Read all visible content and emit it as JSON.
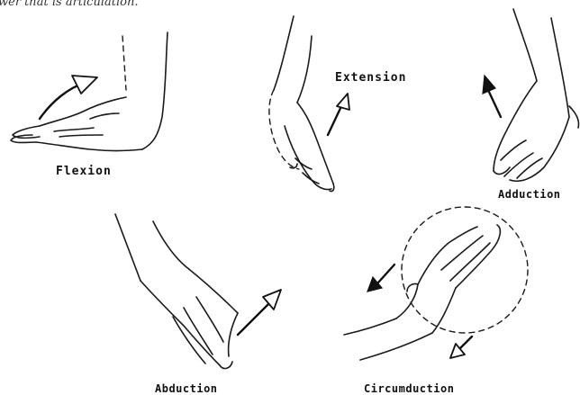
{
  "header_fragment": "wer that is articulation.",
  "panels": {
    "flexion": {
      "label": "Flexion"
    },
    "extension": {
      "label": "Extension"
    },
    "adduction": {
      "label": "Adduction"
    },
    "abduction": {
      "label": "Abduction"
    },
    "circumduction": {
      "label": "Circumduction"
    }
  }
}
